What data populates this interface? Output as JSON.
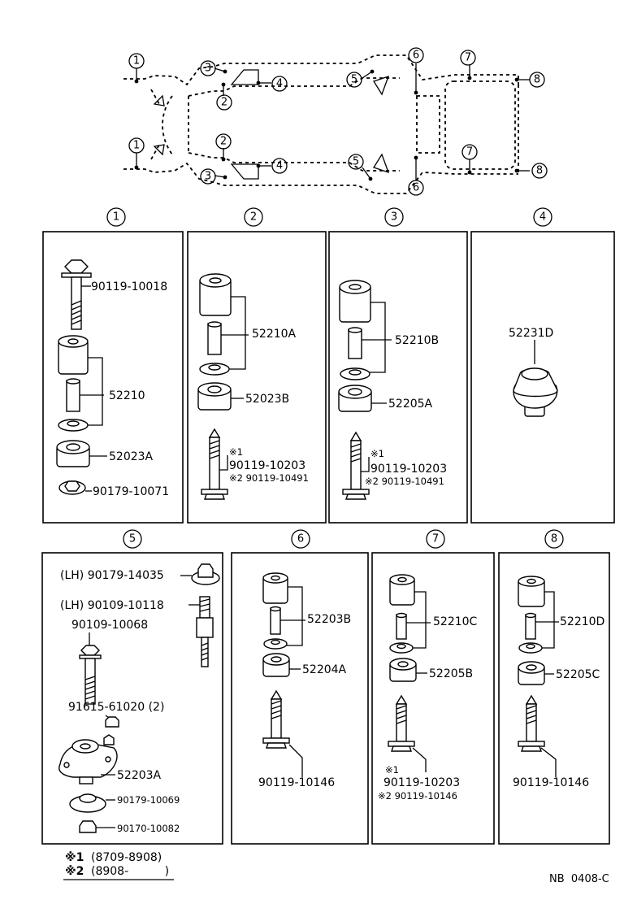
{
  "overview": {
    "callouts": {
      "c1": "1",
      "c2": "2",
      "c3": "3",
      "c4": "4",
      "c5": "5",
      "c6": "6",
      "c7": "7",
      "c8": "8"
    }
  },
  "panels": {
    "p1": {
      "number": "1",
      "parts": [
        "90119-10018",
        "52210",
        "52023A",
        "90179-10071"
      ]
    },
    "p2": {
      "number": "2",
      "parts": [
        "52210A",
        "52023B",
        "※1",
        "90119-10203",
        "※2 90119-10491"
      ]
    },
    "p3": {
      "number": "3",
      "parts": [
        "52210B",
        "52205A",
        "※1",
        "90119-10203",
        "※2 90119-10491"
      ]
    },
    "p4": {
      "number": "4",
      "parts": [
        "52231D"
      ]
    },
    "p5": {
      "number": "5",
      "parts": [
        "(LH) 90179-14035",
        "(LH) 90109-10118",
        "90109-10068",
        "91615-61020 (2)",
        "52203A",
        "90179-10069",
        "90170-10082"
      ]
    },
    "p6": {
      "number": "6",
      "parts": [
        "52203B",
        "52204A",
        "90119-10146"
      ]
    },
    "p7": {
      "number": "7",
      "parts": [
        "52210C",
        "52205B",
        "※1",
        "90119-10203",
        "※2 90119-10146"
      ]
    },
    "p8": {
      "number": "8",
      "parts": [
        "52210D",
        "52205C",
        "90119-10146"
      ]
    }
  },
  "notes": {
    "n1_mark": "※1",
    "n1_text": "(8709-8908)",
    "n2_mark": "※2",
    "n2_text": "(8908-          )"
  },
  "footer_code": "NB  0408-C"
}
